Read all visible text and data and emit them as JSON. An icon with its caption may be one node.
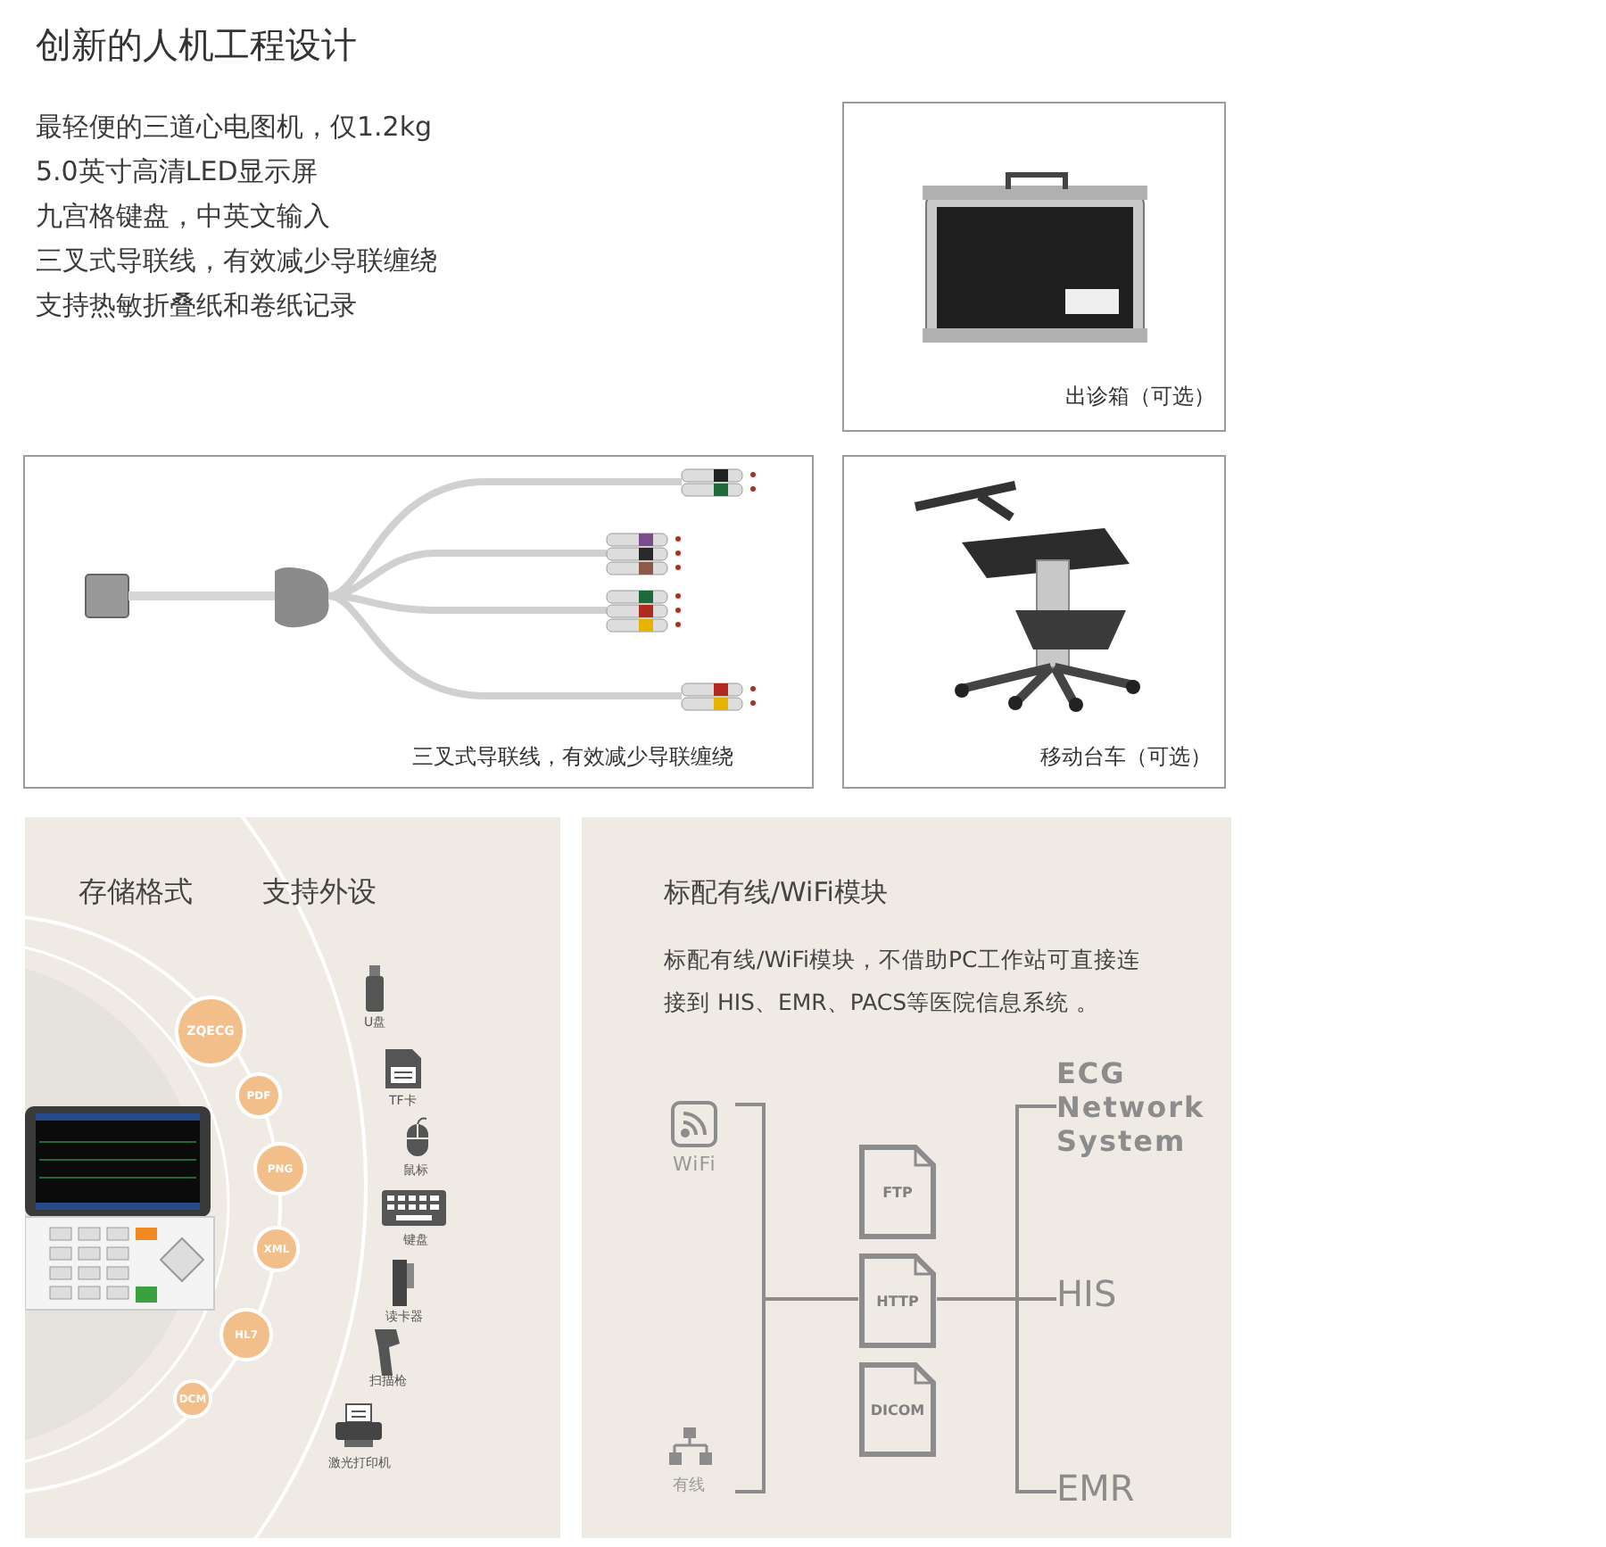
{
  "diagram": {
    "title": "创新的人机工程设计",
    "nodes": [
      {
        "text": [
          "出诊箱（可选）"
        ]
      },
      {
        "text": [
          "三叉式导联线，有效减少导联缠绕"
        ]
      },
      {
        "text": [
          "移动台车（可选）"
        ]
      },
      {
        "text": [
          "存储格式",
          "支持外设"
        ]
      },
      {
        "text": [
          "ZQECG"
        ],
        "in": 3
      },
      {
        "text": [
          "PDF"
        ],
        "in": 3
      },
      {
        "text": [
          "PNG"
        ],
        "in": 3
      },
      {
        "text": [
          "XML"
        ],
        "in": 3
      },
      {
        "text": [
          "HL7"
        ],
        "in": 3
      },
      {
        "text": [
          "DCM"
        ],
        "in": 3
      },
      {
        "text": [
          "标配有线/WiFi模块",
          "标配有线/WiFi模块，不借助PC工作站可直接连接到 HIS、EMR、PACS等医院信息系统 。"
        ]
      },
      {
        "text": [
          "WiFi"
        ],
        "in": 10
      },
      {
        "text": [
          "有线"
        ],
        "in": 10
      },
      {
        "text": [
          "FTP"
        ],
        "in": 10
      },
      {
        "text": [
          "HTTP"
        ],
        "in": 10
      },
      {
        "text": [
          "DICOM"
        ],
        "in": 10
      },
      {
        "text": [
          "ECG Network System"
        ],
        "in": 10
      },
      {
        "text": [
          "HIS"
        ],
        "in": 10
      },
      {
        "text": [
          "EMR"
        ],
        "in": 10
      }
    ],
    "edges": [
      {
        "from": 11,
        "to": 14,
        "arrow": "none"
      },
      {
        "from": 12,
        "to": 14,
        "arrow": "none"
      },
      {
        "from": 14,
        "to": 16,
        "arrow": "none"
      },
      {
        "from": 14,
        "to": 17,
        "arrow": "none"
      },
      {
        "from": 14,
        "to": 18,
        "arrow": "none"
      }
    ],
    "labels": [
      "最轻便的三道心电图机，仅1.2kg",
      "5.0英寸高清LED显示屏",
      "九宫格键盘，中英文输入",
      "三叉式导联线，有效减少导联缠绕",
      "支持热敏折叠纸和卷纸记录",
      "U盘",
      "TF卡",
      "鼠标",
      "键盘",
      "读卡器",
      "扫描枪",
      "激光打印机"
    ]
  }
}
